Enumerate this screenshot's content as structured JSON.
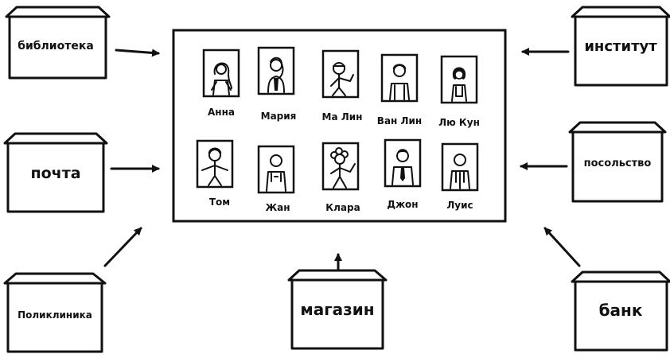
{
  "buildings": {
    "library": "библиотека",
    "post_office": "почта",
    "clinic": "Поликлиника",
    "shop": "магазин",
    "institute": "институт",
    "embassy": "посольство",
    "bank": "банк"
  },
  "people": [
    {
      "name": "Анна",
      "figure": "girl-long-hair"
    },
    {
      "name": "Мария",
      "figure": "girl-ponytail"
    },
    {
      "name": "Ма Лин",
      "figure": "boy-waving"
    },
    {
      "name": "Ван Лин",
      "figure": "boy-short-hair"
    },
    {
      "name": "Лю Кун",
      "figure": "girl-bob"
    },
    {
      "name": "Том",
      "figure": "boy-arms-out"
    },
    {
      "name": "Жан",
      "figure": "boy-hands-up"
    },
    {
      "name": "Клара",
      "figure": "girl-curly-hair"
    },
    {
      "name": "Джон",
      "figure": "boy-tie"
    },
    {
      "name": "Луис",
      "figure": "boy-shirt"
    }
  ],
  "colors": {
    "ink": "#111111",
    "paper": "#ffffff"
  }
}
